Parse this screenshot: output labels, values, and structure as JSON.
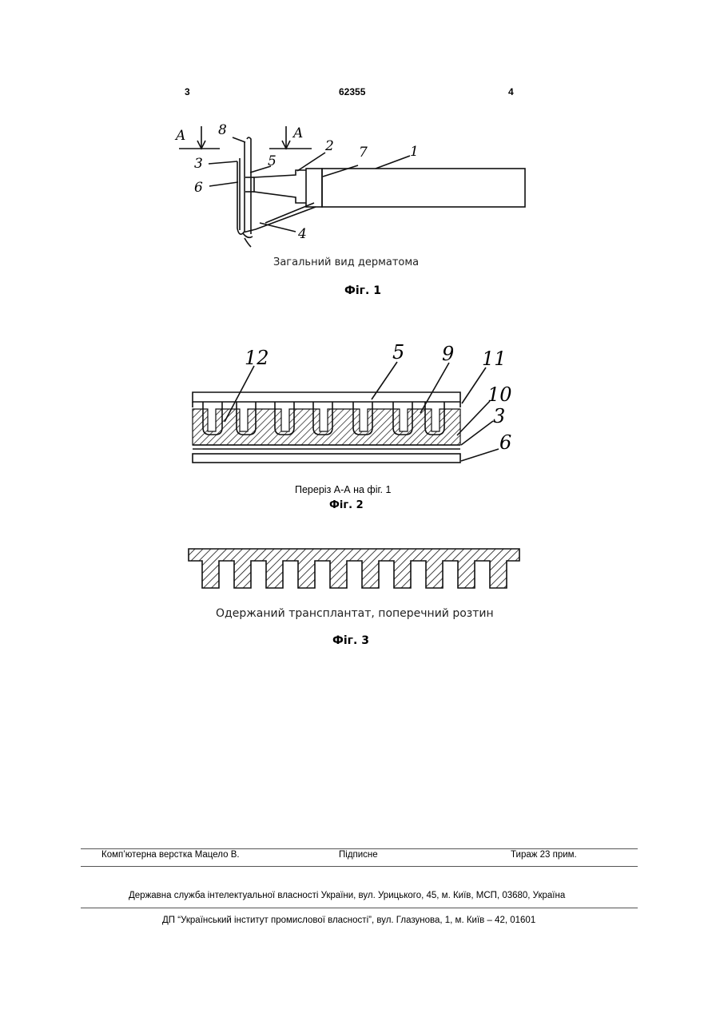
{
  "header": {
    "page_left": "3",
    "patent_number": "62355",
    "page_right": "4"
  },
  "figure1": {
    "caption": "Загальний вид дерматома",
    "label": "Фіг. 1",
    "callouts": {
      "a_left": "A",
      "a_right": "A",
      "n8": "8",
      "n3": "3",
      "n6": "6",
      "n5": "5",
      "n2": "2",
      "n7": "7",
      "n1": "1",
      "n4": "4"
    }
  },
  "figure2": {
    "caption": "Переріз  А-А на фіг. 1",
    "label": "Фіг. 2",
    "callouts": {
      "n12": "12",
      "n5": "5",
      "n9": "9",
      "n11": "11",
      "n10": "10",
      "n3": "3",
      "n6": "6"
    }
  },
  "figure3": {
    "caption": "Одержаний трансплантат, поперечний розтин",
    "label": "Фіг. 3"
  },
  "footer": {
    "layout": "Комп’ютерна верстка Мацело В.",
    "signed": "Підписне",
    "print_run": "Тираж 23 прим.",
    "agency": "Державна служба інтелектуальної власності України, вул. Урицького, 45, м. Київ, МСП, 03680, Україна",
    "institute": "ДП “Український інститут промислової власності”, вул. Глазунова, 1, м. Київ – 42, 01601"
  }
}
